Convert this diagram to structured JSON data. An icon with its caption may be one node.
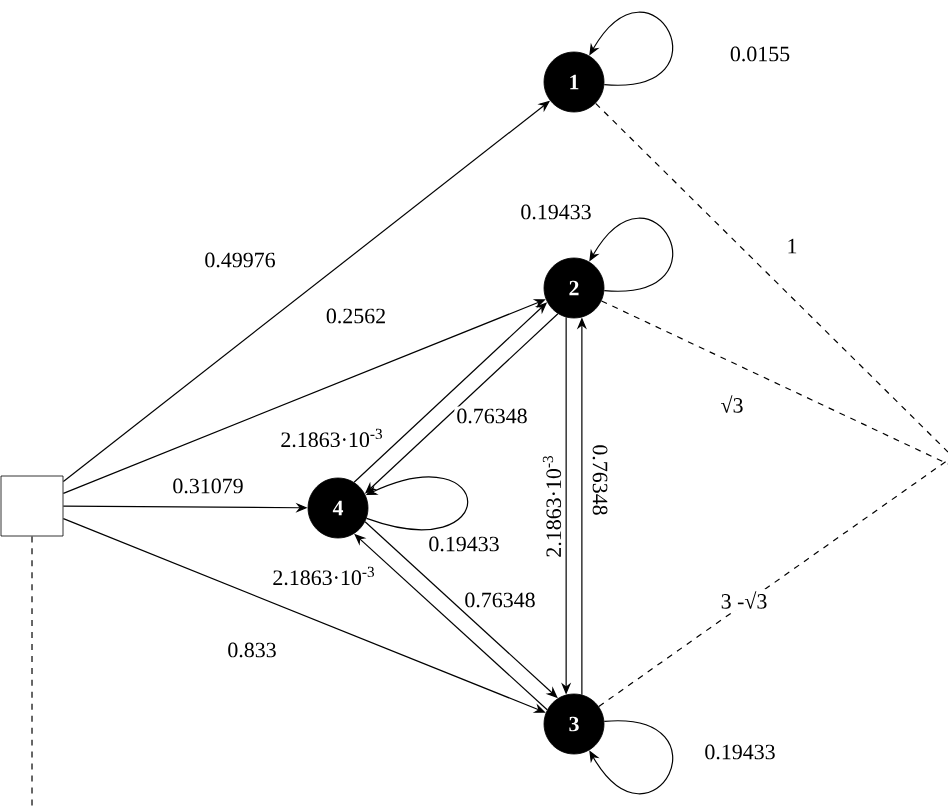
{
  "diagram": {
    "nodes": [
      {
        "text": [],
        "shape": "box"
      },
      {
        "text": [
          "1"
        ]
      },
      {
        "text": [
          "2"
        ]
      },
      {
        "text": [
          "3"
        ]
      },
      {
        "text": [
          "4"
        ]
      }
    ],
    "edges": [
      {
        "from": 0,
        "to": 1,
        "arrow": "to",
        "label": "0.49976"
      },
      {
        "from": 0,
        "to": 2,
        "arrow": "to",
        "label": "0.2562"
      },
      {
        "from": 0,
        "to": 4,
        "arrow": "to",
        "label": "0.31079"
      },
      {
        "from": 0,
        "to": 3,
        "arrow": "to",
        "label": "0.833"
      },
      {
        "from": 1,
        "to": 1,
        "arrow": "to",
        "label": "0.0155"
      },
      {
        "from": 2,
        "to": 2,
        "arrow": "to",
        "label": "0.19433"
      },
      {
        "from": 4,
        "to": 4,
        "arrow": "to",
        "label": "0.19433"
      },
      {
        "from": 3,
        "to": 3,
        "arrow": "to",
        "label": "0.19433"
      },
      {
        "from": 4,
        "to": 2,
        "arrow": "to",
        "label": "2.1863·10$^{-3}$"
      },
      {
        "from": 2,
        "to": 4,
        "arrow": "to",
        "label": "0.76348"
      },
      {
        "from": 3,
        "to": 4,
        "arrow": "to",
        "label": "2.1863·10$^{-3}$"
      },
      {
        "from": 4,
        "to": 3,
        "arrow": "to",
        "label": "0.76348"
      },
      {
        "from": 2,
        "to": 3,
        "arrow": "to",
        "label": "2.1863·10$^{-3}$"
      },
      {
        "from": 3,
        "to": 2,
        "arrow": "to",
        "label": "0.76348"
      },
      {
        "from": 1,
        "to": null,
        "arrow": "none",
        "style": "dashed",
        "label": "1"
      },
      {
        "from": 2,
        "to": null,
        "arrow": "none",
        "style": "dashed",
        "label": "√3"
      },
      {
        "from": 3,
        "to": null,
        "arrow": "none",
        "style": "dashed",
        "label": "3 -√3"
      },
      {
        "from": 0,
        "to": null,
        "arrow": "none",
        "style": "dashed"
      }
    ]
  }
}
